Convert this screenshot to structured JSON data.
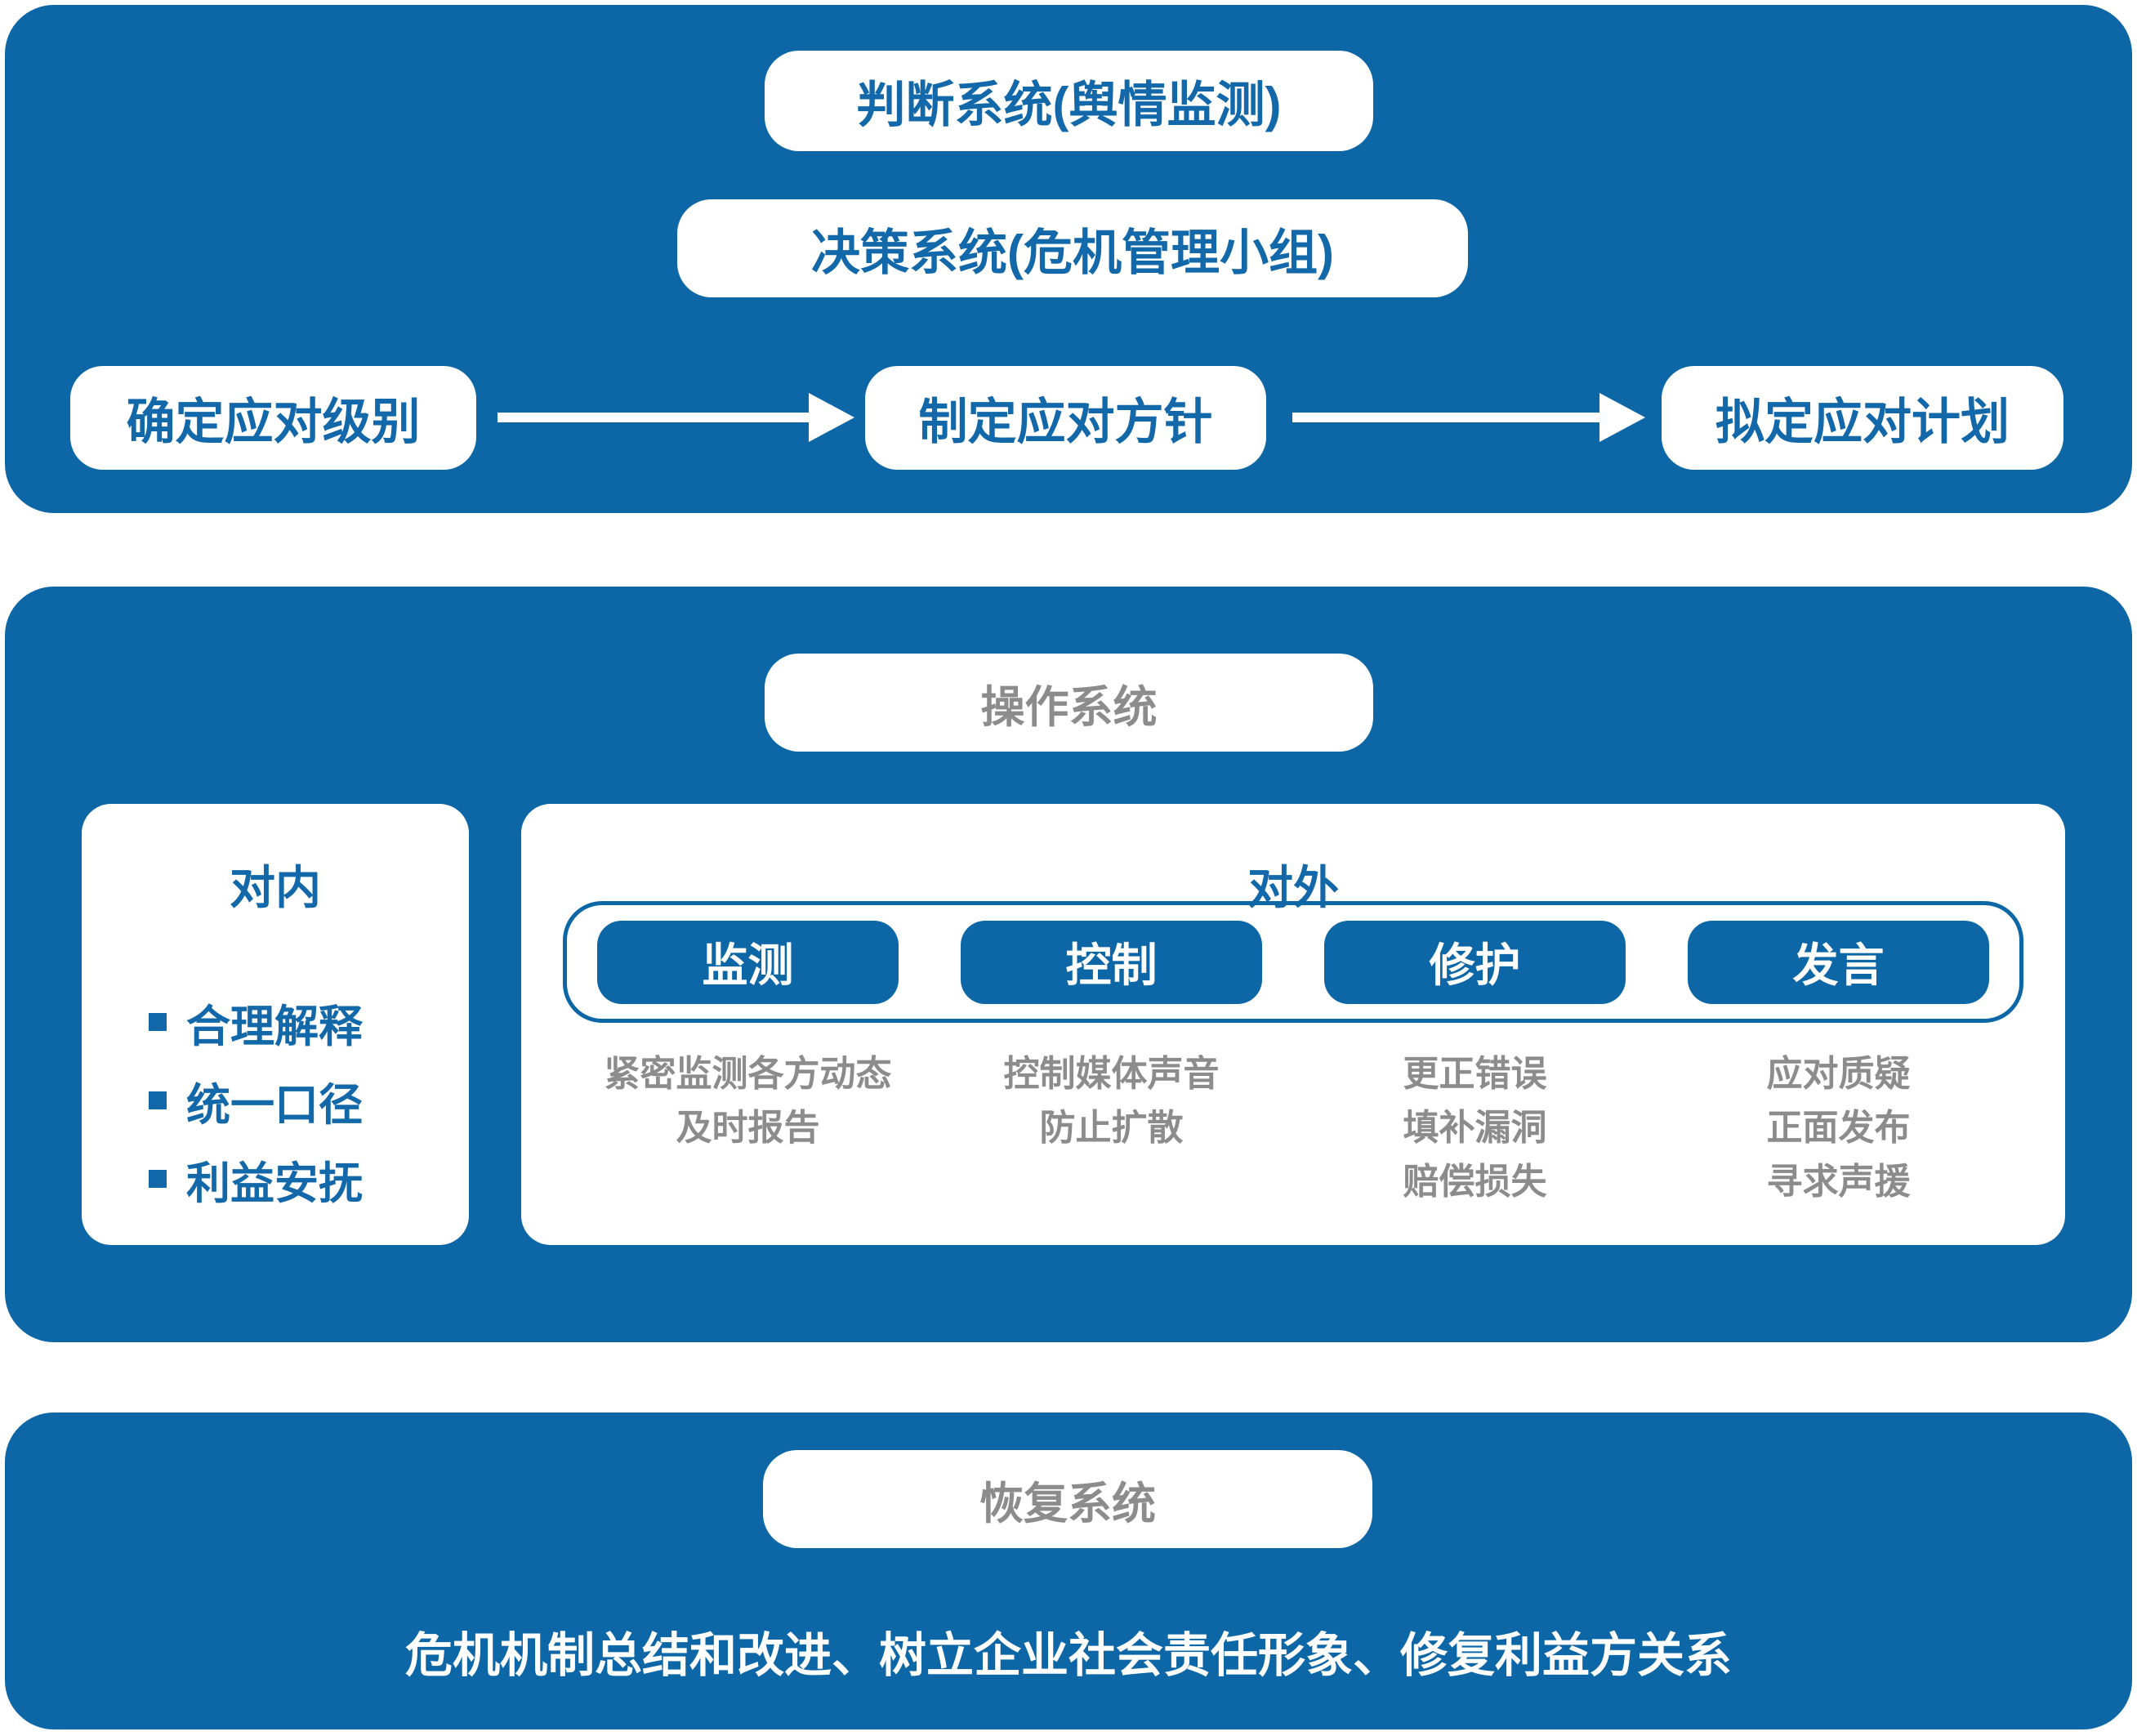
{
  "colors": {
    "section_blue": "#0d67a7",
    "text_blue": "#1268a9",
    "annotation_gray": "#8c8c8c",
    "white": "#ffffff"
  },
  "top_section": {
    "judgment_label": "判断系统(舆情监测)",
    "decision_label": "决策系统(危机管理小组)",
    "steps": [
      "确定应对级别",
      "制定应对方针",
      "拟定应对计划"
    ]
  },
  "middle_section": {
    "title": "操作系统",
    "internal": {
      "title": "对内",
      "items": [
        "合理解释",
        "统一口径",
        "利益安抚"
      ]
    },
    "external": {
      "title": "对外",
      "tactics": [
        {
          "label": "监测",
          "details": [
            "紧密监测各方动态",
            "及时报告"
          ]
        },
        {
          "label": "控制",
          "details": [
            "控制媒体声音",
            "防止扩散"
          ]
        },
        {
          "label": "修护",
          "details": [
            "更正错误",
            "填补漏洞",
            "赔偿损失"
          ]
        },
        {
          "label": "发言",
          "details": [
            "应对质疑",
            "正面发布",
            "寻求声援"
          ]
        }
      ]
    }
  },
  "bottom_section": {
    "title": "恢复系统",
    "description": "危机机制总结和改进、树立企业社会责任形象、修复利益方关系"
  }
}
